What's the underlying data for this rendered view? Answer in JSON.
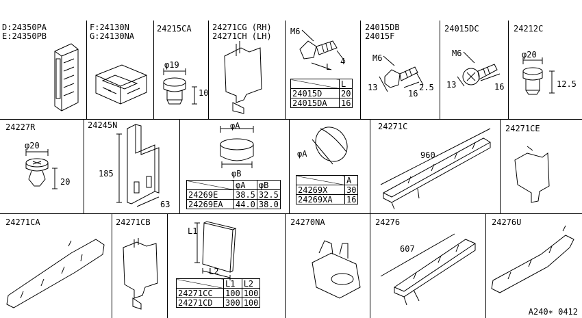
{
  "cells": {
    "c1": {
      "lines": [
        "D:24350PA",
        "E:24350PB"
      ]
    },
    "c2": {
      "lines": [
        "F:24130N",
        "G:24130NA"
      ]
    },
    "c3": {
      "lines": [
        "24215CA"
      ],
      "dim_d": "φ19",
      "dim_h": "10"
    },
    "c4": {
      "lines": [
        "24271CG (RH)",
        "24271CH (LH)"
      ]
    },
    "c5": {
      "lines": [
        "M6"
      ],
      "dim_l": "L",
      "dim_4": "4",
      "table": {
        "header": [
          "",
          "L"
        ],
        "rows": [
          [
            "24015D",
            "20"
          ],
          [
            "24015DA",
            "16"
          ]
        ]
      }
    },
    "c6": {
      "lines": [
        "24015DB",
        "24015F"
      ],
      "m6": "M6",
      "d13": "13",
      "d16": "16",
      "d25": "2.5"
    },
    "c7": {
      "lines": [
        "24015DC"
      ],
      "m6": "M6",
      "d13": "13",
      "d16": "16"
    },
    "c8": {
      "lines": [
        "24212C"
      ],
      "dim_d": "φ20",
      "dim_h": "12.5"
    },
    "c9": {
      "lines": [
        "24227R"
      ],
      "dim_d": "φ20",
      "dim_h": "20"
    },
    "c10": {
      "lines": [
        "24245N"
      ],
      "d185": "185",
      "d63": "63"
    },
    "c11": {
      "dim_a": "φA",
      "dim_b": "φB",
      "table": {
        "header": [
          "",
          "φA",
          "φB"
        ],
        "rows": [
          [
            "24269E",
            "38.5",
            "32.5"
          ],
          [
            "24269EA",
            "44.0",
            "38.0"
          ]
        ]
      }
    },
    "c12": {
      "dim_a": "φA",
      "table": {
        "header": [
          "",
          "A"
        ],
        "rows": [
          [
            "24269X",
            "30"
          ],
          [
            "24269XA",
            "16"
          ]
        ]
      }
    },
    "c13": {
      "lines": [
        "24271C"
      ],
      "d960": "960"
    },
    "c14": {
      "lines": [
        "24271CE"
      ]
    },
    "c15": {
      "lines": [
        "24271CA"
      ]
    },
    "c16": {
      "lines": [
        "24271CB"
      ]
    },
    "c17": {
      "l1": "L1",
      "l2": "L2",
      "table": {
        "header": [
          "",
          "L1",
          "L2"
        ],
        "rows": [
          [
            "24271CC",
            "100",
            "100"
          ],
          [
            "24271CD",
            "300",
            "100"
          ]
        ]
      }
    },
    "c18": {
      "lines": [
        "24270NA"
      ]
    },
    "c19": {
      "lines": [
        "24276"
      ],
      "d607": "607"
    },
    "c20": {
      "lines": [
        "24276U"
      ]
    }
  },
  "footer": "A240∗ 0412"
}
